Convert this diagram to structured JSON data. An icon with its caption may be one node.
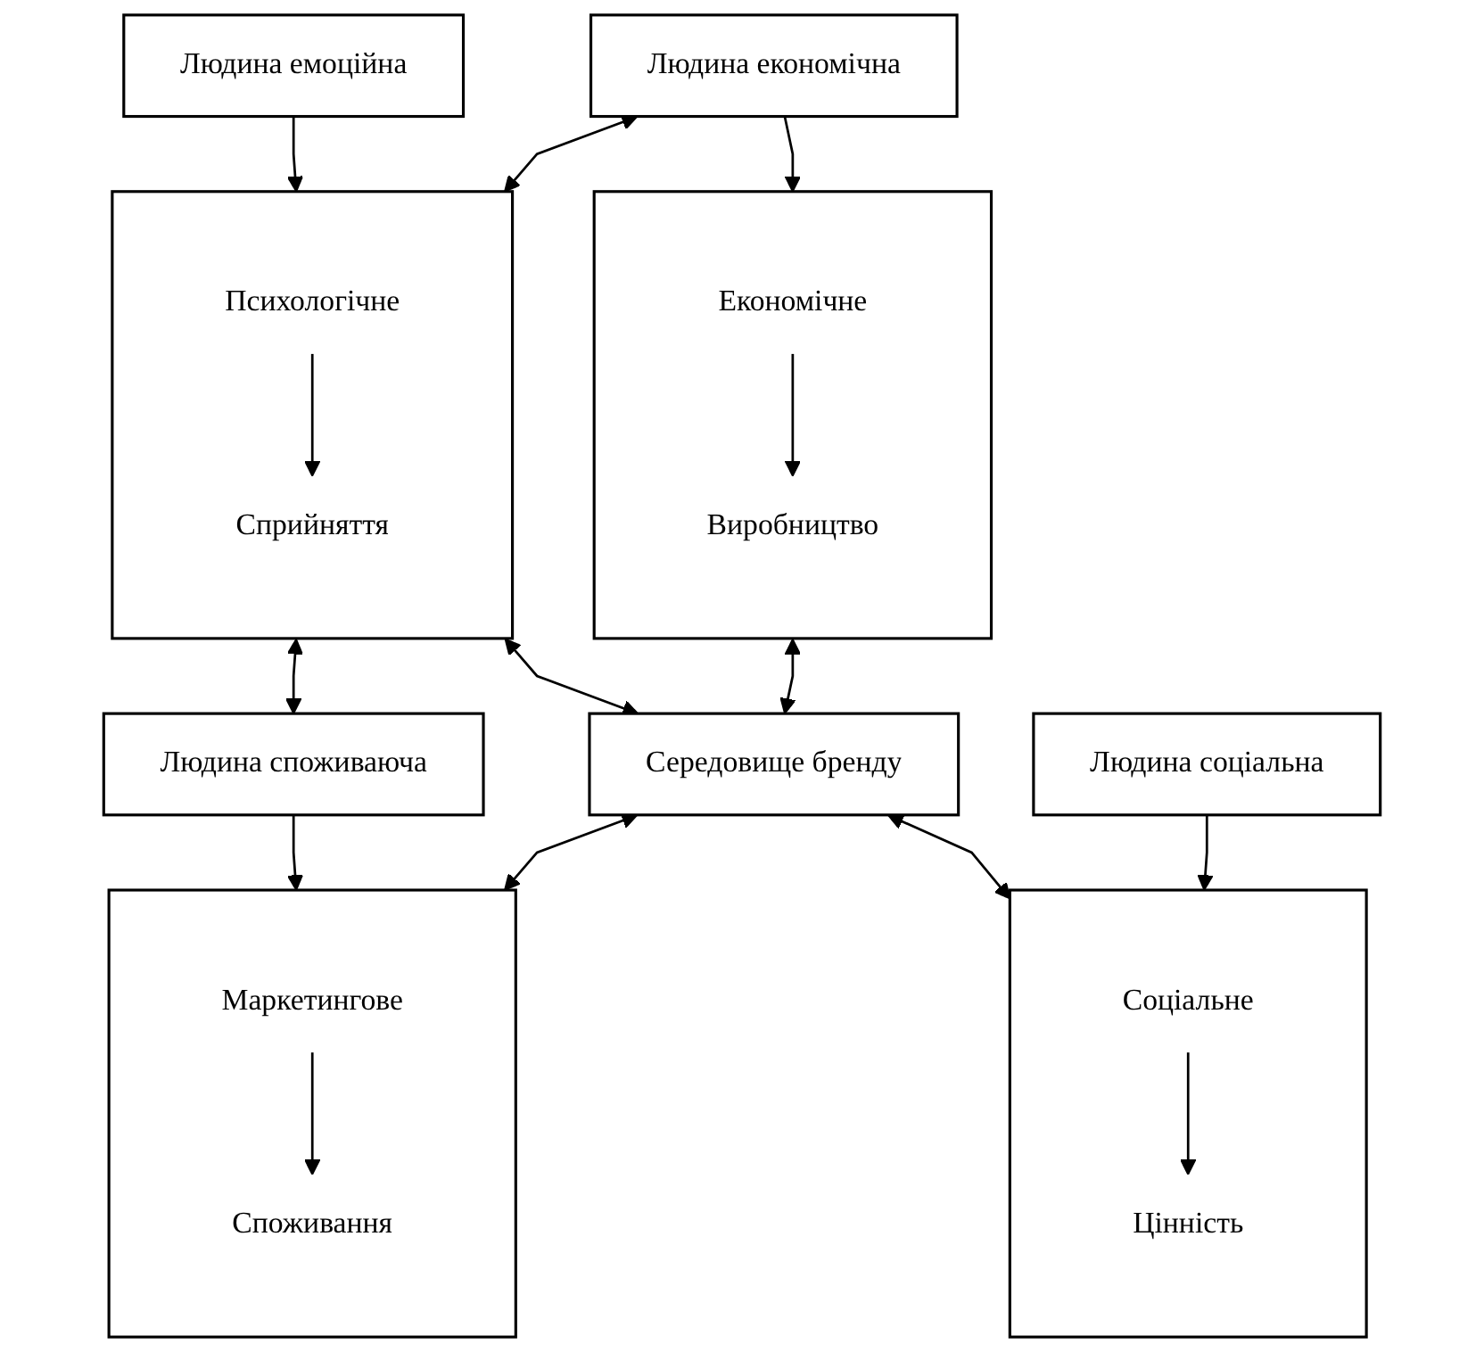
{
  "diagram": {
    "nodes": [
      {
        "text": [
          "Людина емоційна"
        ]
      },
      {
        "text": [
          "Людина економічна"
        ]
      },
      {
        "text": [],
        "shape": "box"
      },
      {
        "text": [
          "Психологічне"
        ],
        "in": 2
      },
      {
        "text": [
          "Сприйняття"
        ],
        "in": 2
      },
      {
        "text": [
          "Людина споживаюча"
        ]
      },
      {
        "text": [],
        "shape": "box"
      },
      {
        "text": [
          "Економічне"
        ],
        "in": 6
      },
      {
        "text": [
          "Виробництво"
        ],
        "in": 6
      },
      {
        "text": [
          "Середовище бренду"
        ]
      },
      {
        "text": [],
        "shape": "box"
      },
      {
        "text": [
          "Маркетингове"
        ],
        "in": 10
      },
      {
        "text": [
          "Споживання"
        ],
        "in": 10
      },
      {
        "text": [],
        "shape": "box"
      },
      {
        "text": [
          "Соціальне"
        ],
        "in": 13
      },
      {
        "text": [
          "Цінність"
        ],
        "in": 13
      },
      {
        "text": [
          "Людина соціальна"
        ]
      }
    ],
    "edges": [
      {
        "from": 0,
        "to": 2,
        "arrow": "to"
      },
      {
        "from": 1,
        "to": 2,
        "arrow": "both"
      },
      {
        "from": 2,
        "to": 5,
        "arrow": "both"
      },
      {
        "from": 3,
        "to": 4,
        "arrow": "to"
      },
      {
        "from": 1,
        "to": 6,
        "arrow": "to"
      },
      {
        "from": 2,
        "to": 9,
        "arrow": "both"
      },
      {
        "from": 5,
        "to": 10,
        "arrow": "to"
      },
      {
        "from": 7,
        "to": 8,
        "arrow": "to"
      },
      {
        "from": 6,
        "to": 9,
        "arrow": "both"
      },
      {
        "from": 9,
        "to": 10,
        "arrow": "both"
      },
      {
        "from": 11,
        "to": 12,
        "arrow": "to"
      },
      {
        "from": 9,
        "to": 13,
        "arrow": "both"
      },
      {
        "from": 14,
        "to": 15,
        "arrow": "to"
      },
      {
        "from": 16,
        "to": 13,
        "arrow": "to"
      }
    ]
  }
}
